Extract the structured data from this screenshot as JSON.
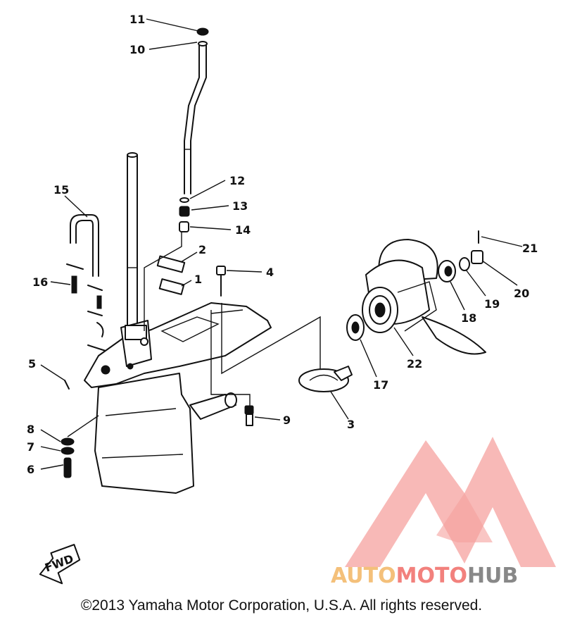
{
  "diagram": {
    "callouts": [
      {
        "id": "c1",
        "label": "1"
      },
      {
        "id": "c2",
        "label": "2"
      },
      {
        "id": "c3",
        "label": "3"
      },
      {
        "id": "c4",
        "label": "4"
      },
      {
        "id": "c5",
        "label": "5"
      },
      {
        "id": "c6",
        "label": "6"
      },
      {
        "id": "c7",
        "label": "7"
      },
      {
        "id": "c8",
        "label": "8"
      },
      {
        "id": "c9",
        "label": "9"
      },
      {
        "id": "c10",
        "label": "10"
      },
      {
        "id": "c11",
        "label": "11"
      },
      {
        "id": "c12",
        "label": "12"
      },
      {
        "id": "c13",
        "label": "13"
      },
      {
        "id": "c14",
        "label": "14"
      },
      {
        "id": "c15",
        "label": "15"
      },
      {
        "id": "c16",
        "label": "16"
      },
      {
        "id": "c17",
        "label": "17"
      },
      {
        "id": "c18",
        "label": "18"
      },
      {
        "id": "c19",
        "label": "19"
      },
      {
        "id": "c20",
        "label": "20"
      },
      {
        "id": "c21",
        "label": "21"
      },
      {
        "id": "c22",
        "label": "22"
      }
    ],
    "fwd_label": "FWD"
  },
  "watermark": {
    "part1": "AUTO",
    "part2": "MOTO",
    "part3": "HUB",
    "colors": {
      "auto": "#f4c07a",
      "moto": "#f2817d",
      "hub": "#888888",
      "logo": "#f2817d"
    }
  },
  "copyright": "©2013 Yamaha Motor Corporation, U.S.A. All rights reserved."
}
